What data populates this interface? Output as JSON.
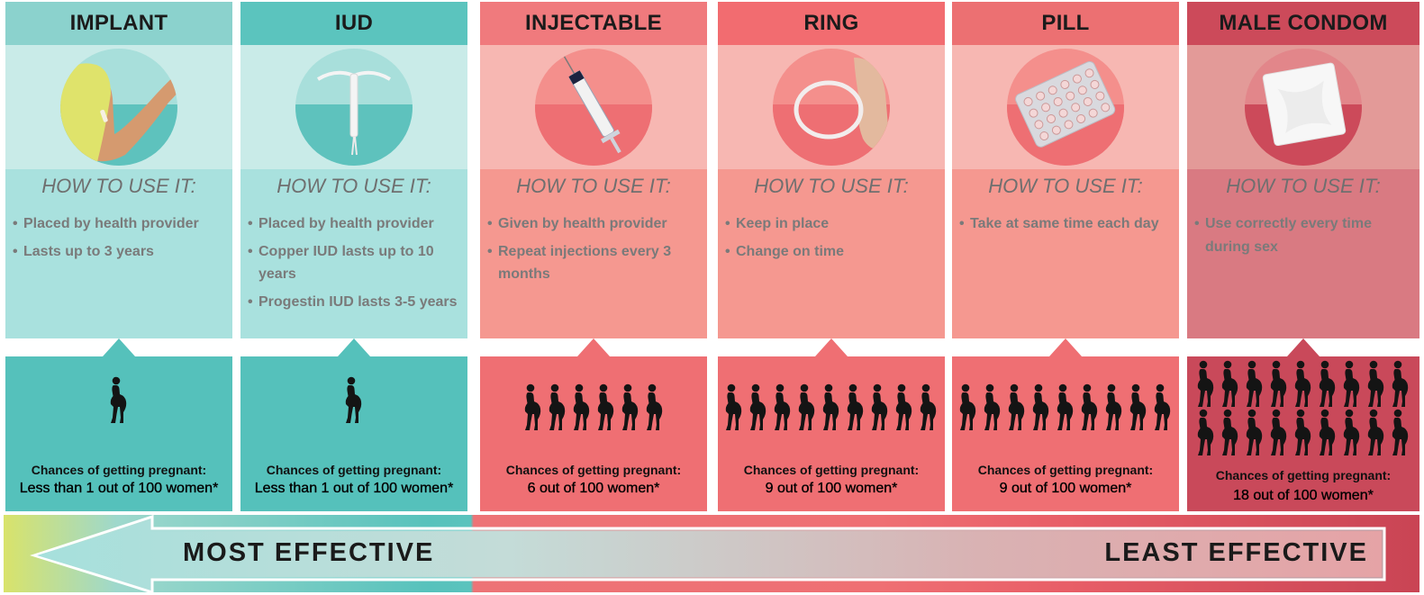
{
  "how_to_label": "HOW TO USE IT:",
  "chance_label": "Chances of getting pregnant:",
  "methods": [
    {
      "name": "IMPLANT",
      "bullets": [
        "Placed by health provider",
        "Lasts up to 3 years"
      ],
      "chance": "Less than 1 out of 100 women*",
      "figure_count": 1,
      "colors": {
        "header": "#8bd2cd",
        "band": "#c9ebe8",
        "card": "#a9e1de",
        "stat": "#55c1bb",
        "circle_top": "#a8dfdb",
        "circle_bottom": "#5ec2bd"
      }
    },
    {
      "name": "IUD",
      "bullets": [
        "Placed by health provider",
        "Copper IUD lasts up to 10 years",
        "Progestin IUD lasts 3-5 years"
      ],
      "chance": "Less than 1 out of 100 women*",
      "figure_count": 1,
      "colors": {
        "header": "#5bc4be",
        "band": "#c9ebe8",
        "card": "#a9e1de",
        "stat": "#55c1bb",
        "circle_top": "#a8dfdb",
        "circle_bottom": "#5ec2bd"
      }
    },
    {
      "name": "INJECTABLE",
      "bullets": [
        "Given by health provider",
        "Repeat injections every 3 months"
      ],
      "chance": "6 out of 100 women*",
      "figure_count": 6,
      "colors": {
        "header": "#f07a7d",
        "band": "#f7b7b2",
        "card": "#f59890",
        "stat": "#ef6f73",
        "circle_top": "#f48f8c",
        "circle_bottom": "#ee6f73"
      }
    },
    {
      "name": "RING",
      "bullets": [
        "Keep in place",
        "Change on time"
      ],
      "chance": "9 out of 100 women*",
      "figure_count": 9,
      "colors": {
        "header": "#f26c70",
        "band": "#f7b7b2",
        "card": "#f59890",
        "stat": "#ef6f73",
        "circle_top": "#f48f8c",
        "circle_bottom": "#ee6f73"
      }
    },
    {
      "name": "PILL",
      "bullets": [
        "Take at same time each day"
      ],
      "chance": "9 out of 100 women*",
      "figure_count": 9,
      "colors": {
        "header": "#ec7072",
        "band": "#f7b7b2",
        "card": "#f59890",
        "stat": "#ef6f73",
        "circle_top": "#f48f8c",
        "circle_bottom": "#ee6f73"
      }
    },
    {
      "name": "MALE CONDOM",
      "bullets": [
        "Use correctly every time during sex"
      ],
      "chance": "18 out of 100 women*",
      "figure_count": 18,
      "colors": {
        "header": "#cc4a5a",
        "band": "#e39a98",
        "card": "#d97a82",
        "stat": "#c9495a",
        "circle_top": "#e2868a",
        "circle_bottom": "#cc4a5a"
      }
    }
  ],
  "scale": {
    "left_label": "MOST EFFECTIVE",
    "right_label": "LEAST EFFECTIVE"
  }
}
